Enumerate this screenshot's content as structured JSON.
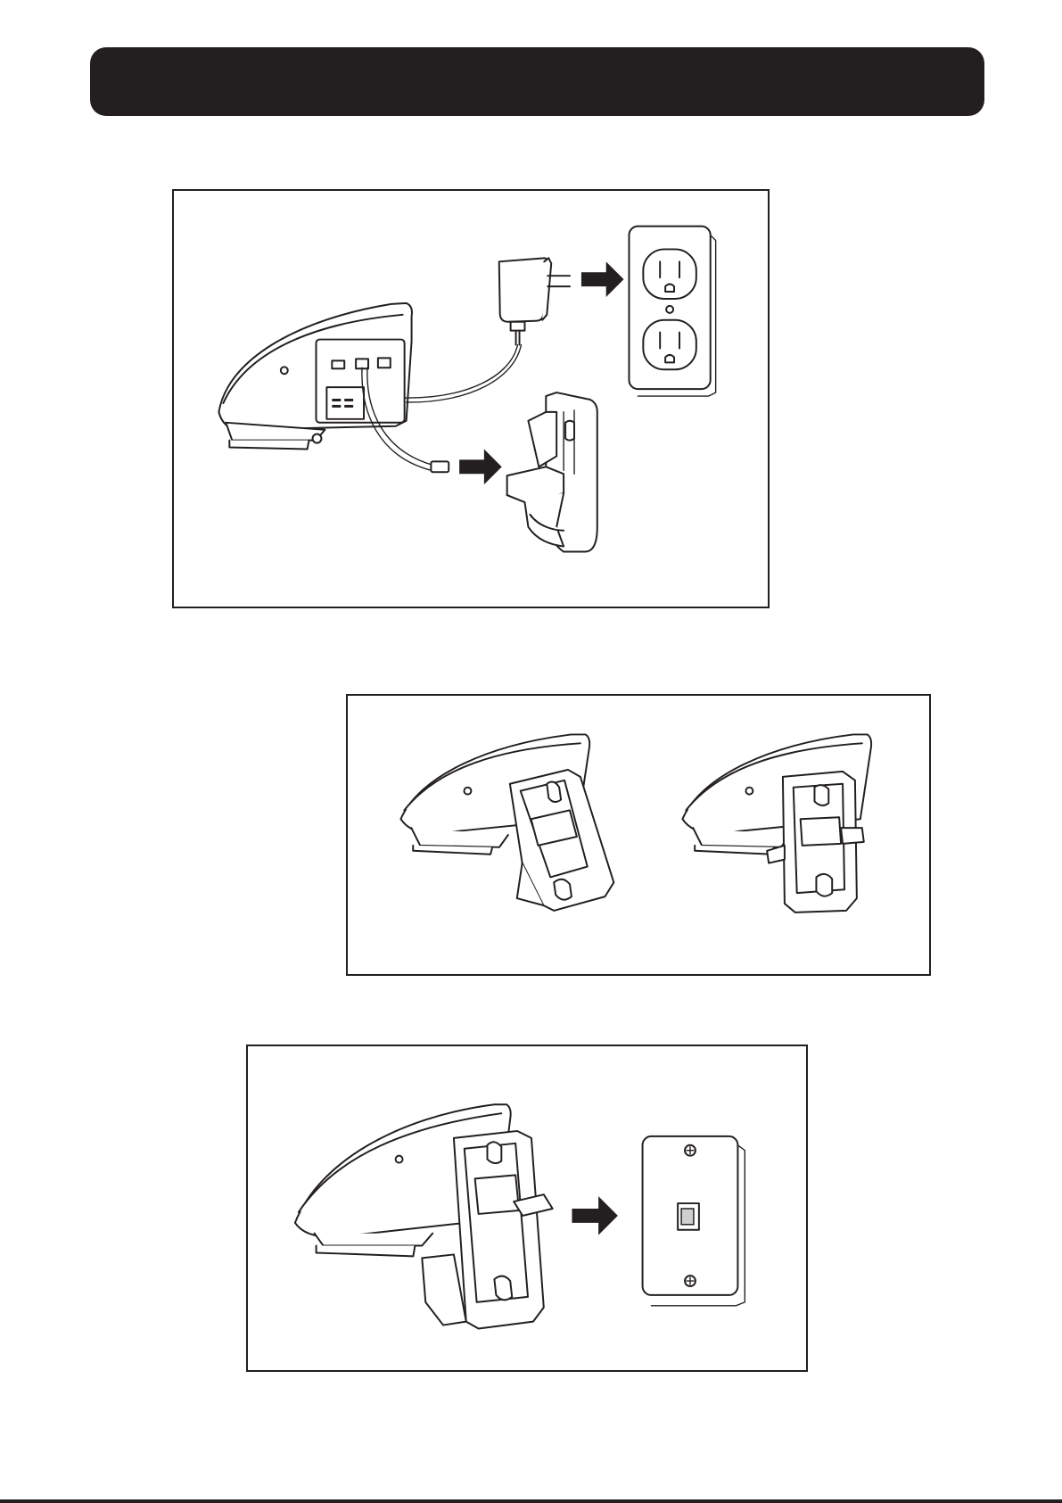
{
  "page": {
    "header_color": "#231f20",
    "background": "#ffffff"
  },
  "figures": [
    {
      "id": "fig-connect-cords",
      "icons": [
        "base-unit-icon",
        "power-adapter-icon",
        "wall-outlet-icon",
        "telephone-cord-icon",
        "wall-mount-bracket-icon",
        "arrow-right-icon"
      ]
    },
    {
      "id": "fig-attach-bracket",
      "icons": [
        "base-unit-icon",
        "wall-mount-bracket-icon"
      ]
    },
    {
      "id": "fig-mount-to-wall-jack",
      "icons": [
        "base-unit-icon",
        "wall-mount-bracket-icon",
        "wall-phone-jack-icon",
        "arrow-right-icon"
      ]
    }
  ]
}
